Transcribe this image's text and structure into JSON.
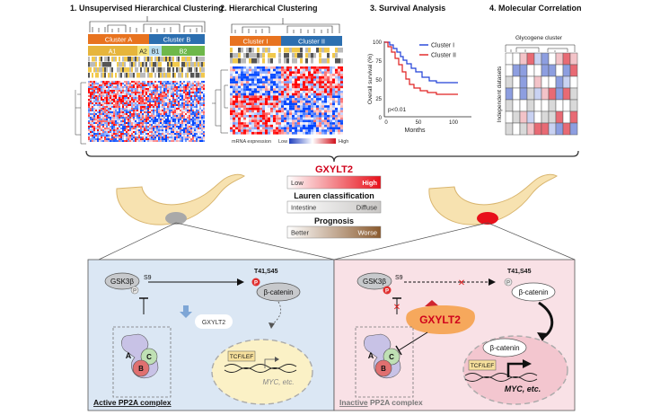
{
  "panels": {
    "p1_title": "1. Unsupervised Hierarchical Clustering",
    "p2_title": "2. Hierarchical Clustering",
    "p3_title": "3. Survival Analysis",
    "p4_title": "4. Molecular Correlation"
  },
  "panel1": {
    "cluster_a": "Cluster A",
    "cluster_b": "Cluster B",
    "a1": "A1",
    "a2": "A2",
    "b1": "B1",
    "b2": "B2"
  },
  "panel2": {
    "cluster_1": "Cluster I",
    "cluster_2": "Cluster II",
    "legend_label": "mRNA expression",
    "low": "Low",
    "high": "High"
  },
  "survival": {
    "ylabel": "Overall survival (%)",
    "xlabel": "Months",
    "pvalue": "p<0.01",
    "legend": [
      "Cluster I",
      "Cluster II"
    ],
    "y_ticks": [
      "100",
      "75",
      "50",
      "25",
      "0"
    ],
    "x_ticks": [
      "0",
      "50",
      "100"
    ]
  },
  "correlation": {
    "title": "Glycogene cluster",
    "ylabel": "Independent datasets"
  },
  "center": {
    "gene": "GXYLT2",
    "low": "Low",
    "high": "High",
    "lauren_title": "Lauren classification",
    "intestine": "Intestine",
    "diffuse": "Diffuse",
    "prognosis_title": "Prognosis",
    "better": "Better",
    "worse": "Worse"
  },
  "left_box": {
    "gsk": "GSK3β",
    "s9": "S9",
    "p": "P",
    "t41": "T41,S45",
    "bcat": "β-catenin",
    "gxylt2": "GXYLT2",
    "tcf": "TCF/LEF",
    "myc": "MYC, etc.",
    "a": "A",
    "b": "B",
    "c": "C",
    "active_word": "Active",
    "complex": " PP2A complex"
  },
  "right_box": {
    "gsk": "GSK3β",
    "s9": "S9",
    "p": "P",
    "t41": "T41,S45",
    "bcat": "β-catenin",
    "bcat2": "β-catenin",
    "gxylt2": "GXYLT2",
    "tcf": "TCF/LEF",
    "myc": "MYC, etc.",
    "a": "A",
    "b": "B",
    "c": "C",
    "inactive_word": "Inactive",
    "complex": " PP2A complex",
    "x_mark": "✕"
  },
  "colors": {
    "cluster_orange": "#e8731f",
    "cluster_blue": "#2c6fb0",
    "gxylt2_red": "#d0021b",
    "left_bg": "#dbe7f4",
    "right_bg": "#f9e1e6",
    "gxylt2_orange": "#f6a85c"
  }
}
